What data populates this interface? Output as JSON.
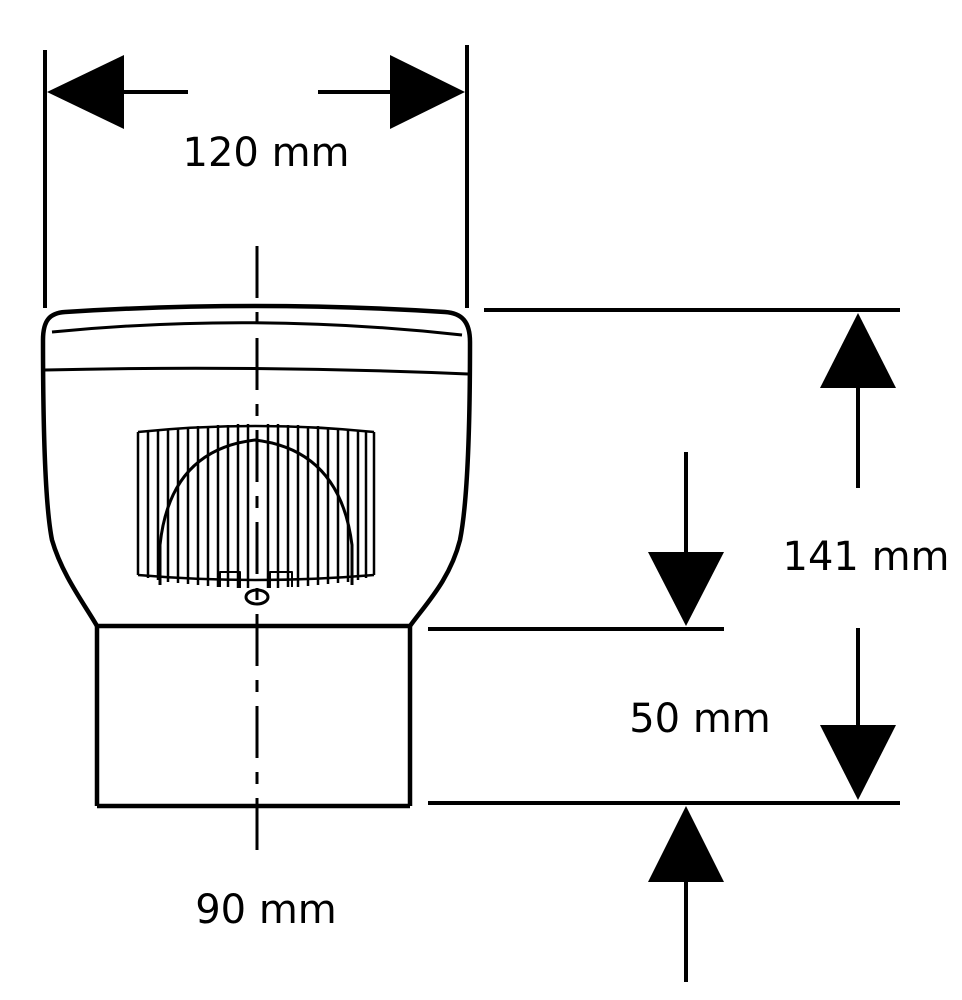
{
  "diagram": {
    "labels": {
      "top_width": "120 mm",
      "total_height": "141 mm",
      "socket_height": "50 mm",
      "bottom_diameter": "90 mm"
    },
    "line_color": "#000000",
    "background_color": "#ffffff"
  }
}
